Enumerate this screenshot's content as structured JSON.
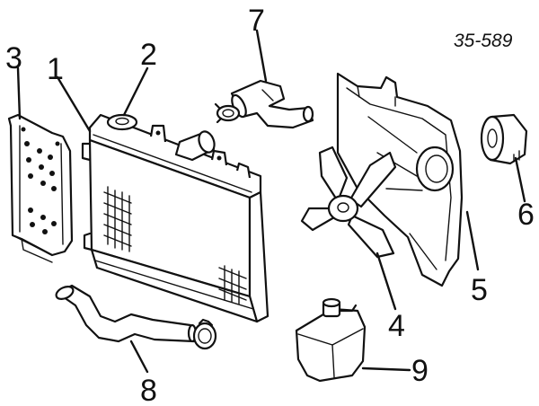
{
  "figure": {
    "reference_code": "35-589",
    "callouts": [
      {
        "id": "1",
        "label": "1"
      },
      {
        "id": "2",
        "label": "2"
      },
      {
        "id": "3",
        "label": "3"
      },
      {
        "id": "4",
        "label": "4"
      },
      {
        "id": "5",
        "label": "5"
      },
      {
        "id": "6",
        "label": "6"
      },
      {
        "id": "7",
        "label": "7"
      },
      {
        "id": "8",
        "label": "8"
      },
      {
        "id": "9",
        "label": "9"
      }
    ]
  }
}
